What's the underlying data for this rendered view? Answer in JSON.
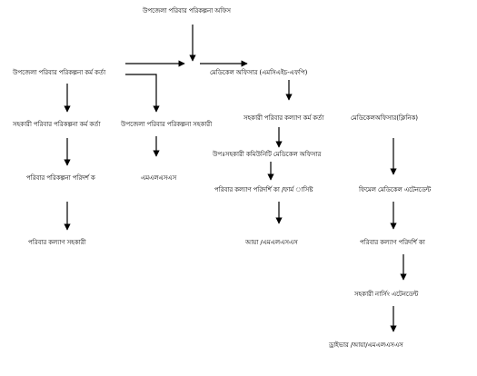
{
  "colors": {
    "text": "#000000",
    "line": "#000000",
    "background": "#ffffff"
  },
  "nodes": {
    "upazila_office": "উপজেলা পরিবার পরিকল্পনা অফিস",
    "upazila_fp_officer": "উপজেলা পরিবার পরিকল্পনা কর্ম কর্তা",
    "medical_officer_mch": "মেডিকেল অফিসার (এমসিএইচ-এফপি)",
    "asst_fp_officer": "সহকারী পরিবার পরিকল্পনা কর্ম কর্তা",
    "upazila_fp_assistant": "উপজেলা পরিবার পরিকল্পনা সহকারী",
    "asst_fw_officer": "সহকারী পরিবার কল্যাণ কর্ম কর্তা",
    "medical_officer_clinic": "মেডিকেলঅফিসার(ক্লিনিক)",
    "sub_asst_cmo": "উপঃসহকারী কমিউনিটি মেডিকেল অফিসার",
    "fp_inspector": "পরিবার পরিকল্পনা পরিদর্শ ক",
    "mlss_1": "এমএলএসএস",
    "fw_visitor_pharmacist": "পরিবার কল্যাণ পরিদর্শি কা /ফার্ম াসিষ্ট",
    "female_medical_attendant": "ফিমেল মেডিকেল এটেনডেন্ট",
    "fw_assistant": "পরিবার কল্যাণ সহকারী",
    "aya_mlss": "আয়া /এমএলএসএস",
    "fw_visitor": "পরিবার কল্যাণ পরিদর্শি কা",
    "asst_nursing_attendant": "সহকারী নার্সিং এটেনডেন্ট",
    "driver_aya_mlss": "ড্রাইভার /আয়া/এমএলএসএস"
  }
}
